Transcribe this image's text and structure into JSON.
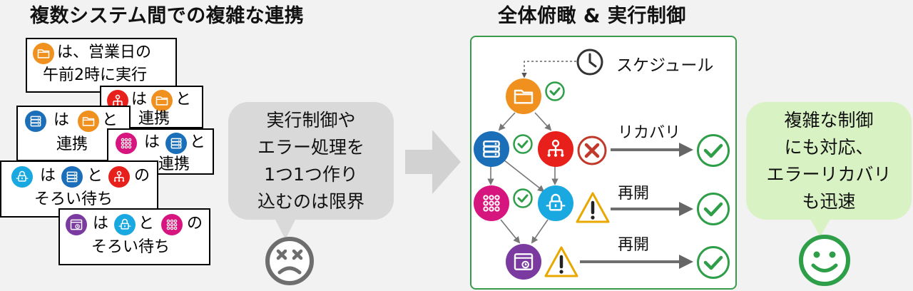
{
  "left": {
    "title": "複数システム間での複雑な連携",
    "cards": [
      {
        "icon_a": "folder-icon",
        "line1": "は、営業日の",
        "line2": "午前2時に実行"
      },
      {
        "icon_a": "network-icon",
        "icon_b": "folder-icon",
        "line1_a": "は",
        "line1_b": "と",
        "line2": "連携"
      },
      {
        "icon_a": "database-icon",
        "icon_b": "folder-icon",
        "line1_a": "は",
        "line1_b": "と",
        "line2": "連携"
      },
      {
        "icon_a": "grid-icon",
        "icon_b": "database-icon",
        "line1_a": "は",
        "line1_b": "と",
        "line2": "連携"
      },
      {
        "icon_a": "lock-icon",
        "icon_b": "database-icon",
        "icon_c": "network-icon",
        "line1_a": "は",
        "line1_b": "と",
        "line1_c": "の",
        "line2": "そろい待ち"
      },
      {
        "icon_a": "window-icon",
        "icon_b": "lock-icon",
        "icon_c": "grid-icon",
        "line1_a": "は",
        "line1_b": "と",
        "line1_c": "の",
        "line2": "そろい待ち"
      }
    ],
    "bubble": [
      "実行制御や",
      "エラー処理を",
      "1つ1つ作り",
      "込むのは限界"
    ],
    "face": "sad-face-icon"
  },
  "arrow": "right-arrow-icon",
  "right": {
    "title": "全体俯瞰 & 実行制御",
    "schedule_label": "スケジュール",
    "recovery_label": "リカバリ",
    "resume_label_1": "再開",
    "resume_label_2": "再開",
    "bubble": [
      "複雑な制御",
      "にも対応、",
      "エラーリカバリ",
      "も迅速"
    ],
    "face": "smile-face-icon"
  },
  "colors": {
    "orange": "#f0901e",
    "red": "#e8201c",
    "blue": "#1a6fb8",
    "magenta": "#d6157e",
    "cyan": "#1aa8e0",
    "purple": "#7a3aa0",
    "green": "#2e9e49",
    "warning": "#e8a800",
    "gray_bubble": "#d9d9d9",
    "green_bubble": "#d9f2c4"
  }
}
